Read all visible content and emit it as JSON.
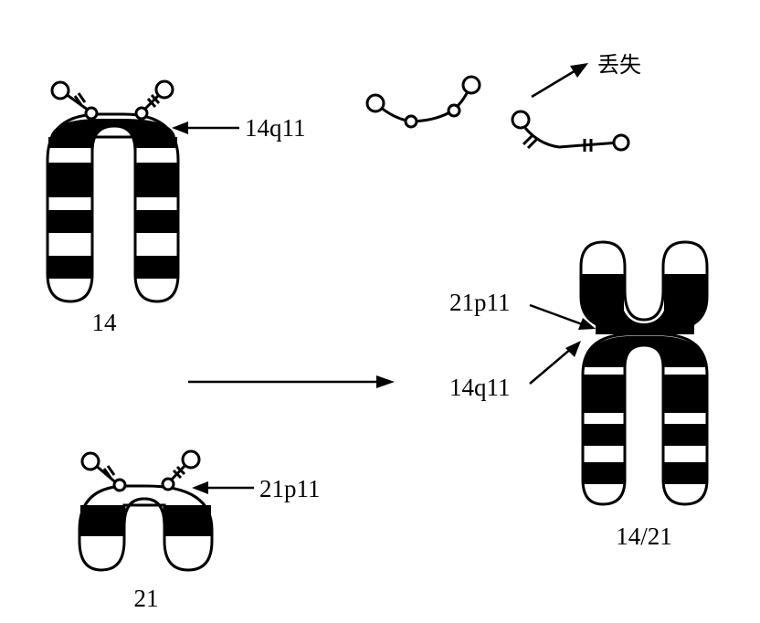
{
  "labels": {
    "chr14_name": "14",
    "chr14_region": "14q11",
    "chr21_name": "21",
    "chr21_region": "21p11",
    "fused_name": "14/21",
    "fused_region_upper": "21p11",
    "fused_region_lower": "14q11",
    "lost_label": "丢失"
  },
  "colors": {
    "ink": "#000000",
    "paper": "#ffffff"
  }
}
